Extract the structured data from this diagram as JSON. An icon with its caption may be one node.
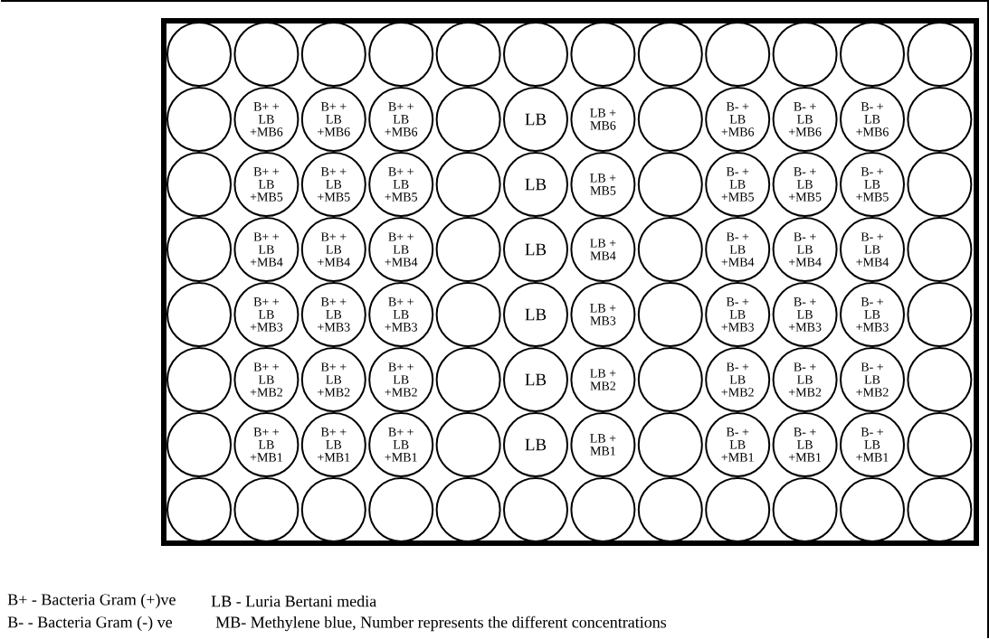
{
  "diagram": {
    "nodes": [
      {
        "text": [],
        "shape": "circle"
      },
      {
        "text": [],
        "shape": "circle"
      },
      {
        "text": [],
        "shape": "circle"
      },
      {
        "text": [],
        "shape": "circle"
      },
      {
        "text": [],
        "shape": "circle"
      },
      {
        "text": [],
        "shape": "circle"
      },
      {
        "text": [],
        "shape": "circle"
      },
      {
        "text": [],
        "shape": "circle"
      },
      {
        "text": [],
        "shape": "circle"
      },
      {
        "text": [],
        "shape": "circle"
      },
      {
        "text": [],
        "shape": "circle"
      },
      {
        "text": [],
        "shape": "circle"
      },
      {
        "text": [],
        "shape": "circle"
      },
      {
        "text": [
          "B+ + LB +MB6"
        ]
      },
      {
        "text": [
          "B+ + LB +MB6"
        ]
      },
      {
        "text": [
          "B+ + LB +MB6"
        ]
      },
      {
        "text": [],
        "shape": "circle"
      },
      {
        "text": [
          "LB"
        ]
      },
      {
        "text": [
          "LB + MB6"
        ]
      },
      {
        "text": [],
        "shape": "circle"
      },
      {
        "text": [
          "B- + LB +MB6"
        ]
      },
      {
        "text": [
          "B- + LB +MB6"
        ]
      },
      {
        "text": [
          "B- + LB +MB6"
        ]
      },
      {
        "text": [],
        "shape": "circle"
      },
      {
        "text": [],
        "shape": "circle"
      },
      {
        "text": [
          "B+ + LB +MB5"
        ]
      },
      {
        "text": [
          "B+ + LB +MB5"
        ]
      },
      {
        "text": [
          "B+ + LB +MB5"
        ]
      },
      {
        "text": [],
        "shape": "circle"
      },
      {
        "text": [
          "LB"
        ]
      },
      {
        "text": [
          "LB + MB5"
        ]
      },
      {
        "text": [],
        "shape": "circle"
      },
      {
        "text": [
          "B- + LB +MB5"
        ]
      },
      {
        "text": [
          "B- + LB +MB5"
        ]
      },
      {
        "text": [
          "B- + LB +MB5"
        ]
      },
      {
        "text": [],
        "shape": "circle"
      },
      {
        "text": [],
        "shape": "circle"
      },
      {
        "text": [
          "B+ + LB +MB4"
        ]
      },
      {
        "text": [
          "B+ + LB +MB4"
        ]
      },
      {
        "text": [
          "B+ + LB +MB4"
        ]
      },
      {
        "text": [],
        "shape": "circle"
      },
      {
        "text": [
          "LB"
        ]
      },
      {
        "text": [
          "LB + MB4"
        ]
      },
      {
        "text": [],
        "shape": "circle"
      },
      {
        "text": [
          "B- + LB +MB4"
        ]
      },
      {
        "text": [
          "B- + LB +MB4"
        ]
      },
      {
        "text": [
          "B- + LB +MB4"
        ]
      },
      {
        "text": [],
        "shape": "circle"
      },
      {
        "text": [],
        "shape": "circle"
      },
      {
        "text": [
          "B+ + LB +MB3"
        ]
      },
      {
        "text": [
          "B+ + LB +MB3"
        ]
      },
      {
        "text": [
          "B+ + LB +MB3"
        ]
      },
      {
        "text": [],
        "shape": "circle"
      },
      {
        "text": [
          "LB"
        ]
      },
      {
        "text": [
          "LB + MB3"
        ]
      },
      {
        "text": [],
        "shape": "circle"
      },
      {
        "text": [
          "B- + LB +MB3"
        ]
      },
      {
        "text": [
          "B- + LB +MB3"
        ]
      },
      {
        "text": [
          "B- + LB +MB3"
        ]
      },
      {
        "text": [],
        "shape": "circle"
      },
      {
        "text": [],
        "shape": "circle"
      },
      {
        "text": [
          "B+ + LB +MB2"
        ]
      },
      {
        "text": [
          "B+ + LB +MB2"
        ]
      },
      {
        "text": [
          "B+ + LB +MB2"
        ]
      },
      {
        "text": [],
        "shape": "circle"
      },
      {
        "text": [
          "LB"
        ]
      },
      {
        "text": [
          "LB + MB2"
        ]
      },
      {
        "text": [],
        "shape": "circle"
      },
      {
        "text": [
          "B- + LB +MB2"
        ]
      },
      {
        "text": [
          "B- + LB +MB2"
        ]
      },
      {
        "text": [
          "B- + LB +MB2"
        ]
      },
      {
        "text": [],
        "shape": "circle"
      },
      {
        "text": [],
        "shape": "circle"
      },
      {
        "text": [
          "B+ + LB +MB1"
        ]
      },
      {
        "text": [
          "B+ + LB +MB1"
        ]
      },
      {
        "text": [
          "B+ + LB +MB1"
        ]
      },
      {
        "text": [],
        "shape": "circle"
      },
      {
        "text": [
          "LB"
        ]
      },
      {
        "text": [
          "LB + MB1"
        ]
      },
      {
        "text": [],
        "shape": "circle"
      },
      {
        "text": [
          "B- + LB +MB1"
        ]
      },
      {
        "text": [
          "B- + LB +MB1"
        ]
      },
      {
        "text": [
          "B- + LB +MB1"
        ]
      },
      {
        "text": [],
        "shape": "circle"
      },
      {
        "text": [],
        "shape": "circle"
      },
      {
        "text": [],
        "shape": "circle"
      },
      {
        "text": [],
        "shape": "circle"
      },
      {
        "text": [],
        "shape": "circle"
      },
      {
        "text": [],
        "shape": "circle"
      },
      {
        "text": [],
        "shape": "circle"
      },
      {
        "text": [],
        "shape": "circle"
      },
      {
        "text": [],
        "shape": "circle"
      },
      {
        "text": [],
        "shape": "circle"
      },
      {
        "text": [],
        "shape": "circle"
      },
      {
        "text": [],
        "shape": "circle"
      },
      {
        "text": [],
        "shape": "circle"
      }
    ],
    "labels": [
      "B+ - Bacteria Gram (+)ve",
      "LB - Luria Bertani media",
      "B- - Bacteria Gram (-) ve",
      "MB- Methylene blue, Number represents the different concentrations"
    ]
  }
}
